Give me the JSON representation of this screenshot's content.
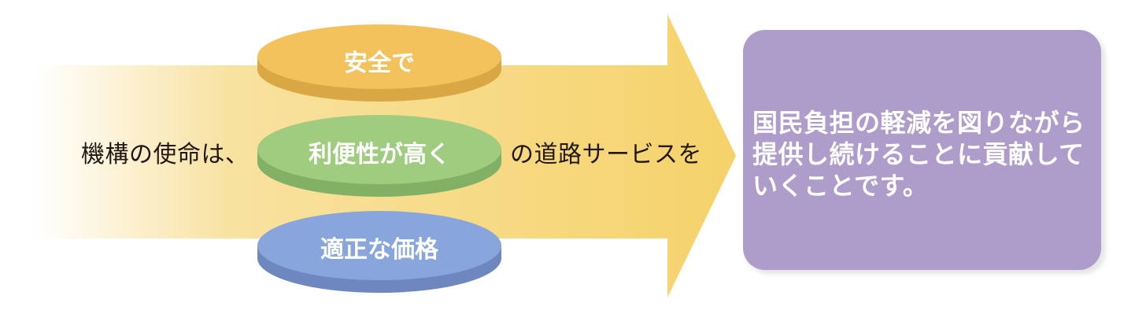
{
  "diagram": {
    "intro_text": "機構の使命は、",
    "attributes": [
      {
        "label": "安全で",
        "color": "#f3c25c",
        "edge": "#d9a845"
      },
      {
        "label": "利便性が高く",
        "color": "#9fcc7f",
        "edge": "#82b064"
      },
      {
        "label": "適正な価格",
        "color": "#89a6dc",
        "edge": "#6e88bf"
      }
    ],
    "connector_text": "の道路サービスを",
    "result": {
      "lines": [
        "国民負担の軽減を図りながら",
        "提供し続けることに貢献して",
        "いくことです。"
      ],
      "color": "#ae9ccb"
    },
    "arrow_color": "#f5d678"
  }
}
